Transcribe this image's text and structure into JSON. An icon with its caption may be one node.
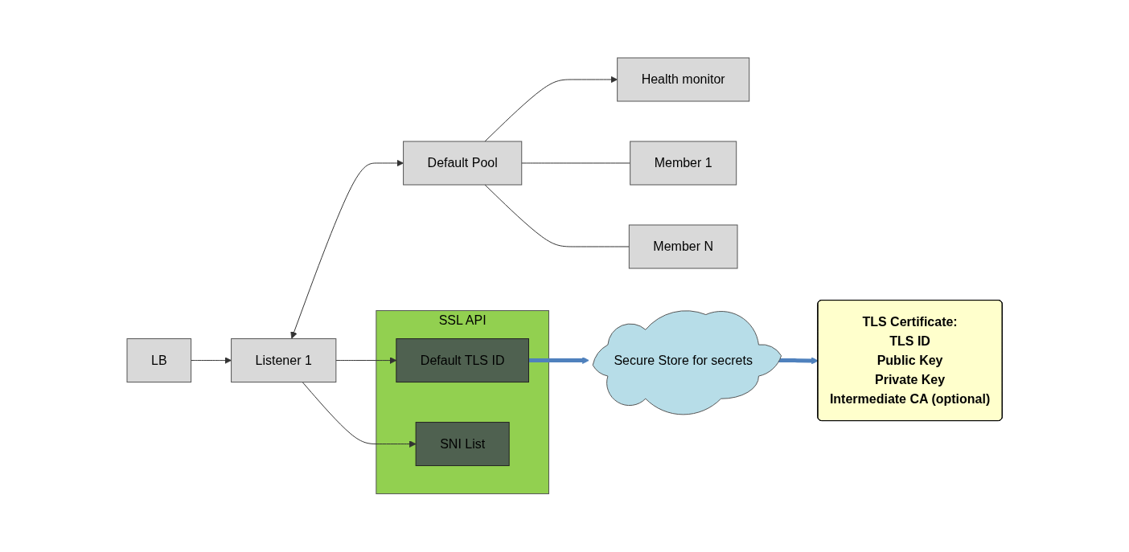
{
  "diagram": {
    "nodes": [
      {
        "text": [
          "LB"
        ]
      },
      {
        "text": [
          "Listener 1"
        ]
      },
      {
        "text": [
          "Health monitor"
        ]
      },
      {
        "text": [
          "Default Pool"
        ]
      },
      {
        "text": [
          "Member 1"
        ]
      },
      {
        "text": [
          "Member N"
        ]
      },
      {
        "text": [
          "SSL API"
        ]
      },
      {
        "text": [
          "Default TLS ID"
        ],
        "in": 6
      },
      {
        "text": [
          "SNI List"
        ],
        "in": 6
      },
      {
        "text": [
          "Secure Store for secrets"
        ]
      },
      {
        "text": [
          "TLS Certificate:",
          "TLS ID",
          "Public Key",
          "Private Key",
          "Intermediate CA (optional)"
        ]
      }
    ],
    "edges": [
      {
        "from": 0,
        "to": 1,
        "arrow": "to"
      },
      {
        "from": 1,
        "to": 7,
        "arrow": "to"
      },
      {
        "from": 1,
        "to": 8,
        "arrow": "to"
      },
      {
        "from": 1,
        "to": 3,
        "arrow": "both"
      },
      {
        "from": 3,
        "to": 2,
        "arrow": "to"
      },
      {
        "from": 3,
        "to": 4,
        "arrow": "none"
      },
      {
        "from": 3,
        "to": 5,
        "arrow": "none"
      },
      {
        "from": 7,
        "to": 9,
        "arrow": "to",
        "style": "thick",
        "color": "#4f81bd"
      },
      {
        "from": 9,
        "to": 10,
        "arrow": "to",
        "style": "thick",
        "color": "#4f81bd"
      }
    ]
  }
}
